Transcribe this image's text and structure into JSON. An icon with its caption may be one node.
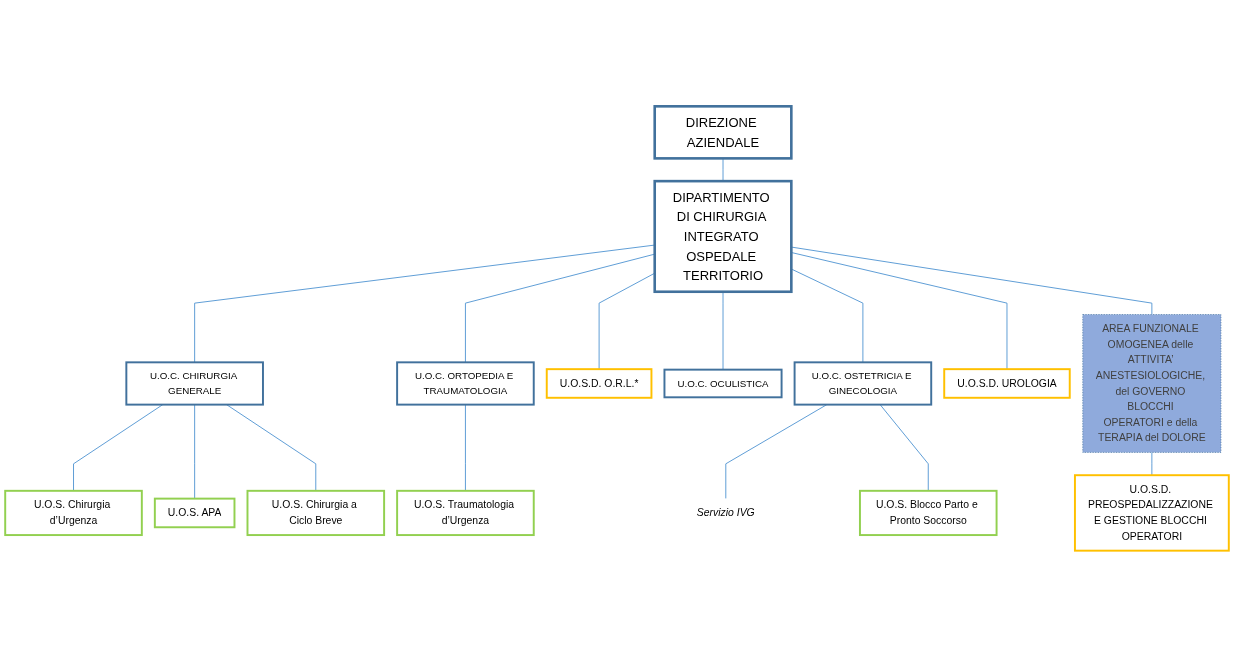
{
  "diagram": {
    "nodes": [
      {
        "text": [
          "DIREZIONE AZIENDALE"
        ]
      },
      {
        "text": [
          "DIPARTIMENTO DI CHIRURGIA INTEGRATO OSPEDALE TERRITORIO"
        ]
      },
      {
        "text": [
          "U.O.C. CHIRURGIA GENERALE"
        ]
      },
      {
        "text": [
          "U.O.C. ORTOPEDIA E TRAUMATOLOGIA"
        ]
      },
      {
        "text": [
          "U.O.S.D. O.R.L.*"
        ]
      },
      {
        "text": [
          "U.O.C. OCULISTICA"
        ]
      },
      {
        "text": [
          "U.O.C. OSTETRICIA E GINECOLOGIA"
        ]
      },
      {
        "text": [
          "U.O.S.D. UROLOGIA"
        ]
      },
      {
        "text": [
          "AREA FUNZIONALE OMOGENEA delle ATTIVITA’ ANESTESIOLOGICHE, del GOVERNO BLOCCHI OPERATORI e della TERAPIA del DOLORE"
        ]
      },
      {
        "text": [
          "U.O.S.D. PREOSPEDALIZZAZIONE E GESTIONE BLOCCHI OPERATORI"
        ]
      },
      {
        "text": [
          "U.O.S. Chirurgia d’Urgenza"
        ]
      },
      {
        "text": [
          "U.O.S. APA"
        ]
      },
      {
        "text": [
          "U.O.S. Chirurgia a Ciclo Breve"
        ]
      },
      {
        "text": [
          "U.O.S. Traumatologia d’Urgenza"
        ]
      },
      {
        "text": [
          "Servizio IVG"
        ]
      },
      {
        "text": [
          "U.O.S. Blocco Parto e Pronto Soccorso"
        ]
      }
    ],
    "edges": [
      {
        "from": 0,
        "to": 1,
        "arrow": "none"
      },
      {
        "from": 1,
        "to": 2,
        "arrow": "none"
      },
      {
        "from": 1,
        "to": 3,
        "arrow": "none"
      },
      {
        "from": 1,
        "to": 4,
        "arrow": "none"
      },
      {
        "from": 1,
        "to": 5,
        "arrow": "none"
      },
      {
        "from": 1,
        "to": 6,
        "arrow": "none"
      },
      {
        "from": 1,
        "to": 7,
        "arrow": "none"
      },
      {
        "from": 1,
        "to": 8,
        "arrow": "none"
      },
      {
        "from": 8,
        "to": 9,
        "arrow": "none"
      },
      {
        "from": 2,
        "to": 10,
        "arrow": "none"
      },
      {
        "from": 2,
        "to": 11,
        "arrow": "none"
      },
      {
        "from": 2,
        "to": 12,
        "arrow": "none"
      },
      {
        "from": 3,
        "to": 13,
        "arrow": "none"
      },
      {
        "from": 6,
        "to": 14,
        "arrow": "none"
      },
      {
        "from": 6,
        "to": 15,
        "arrow": "none"
      }
    ]
  }
}
